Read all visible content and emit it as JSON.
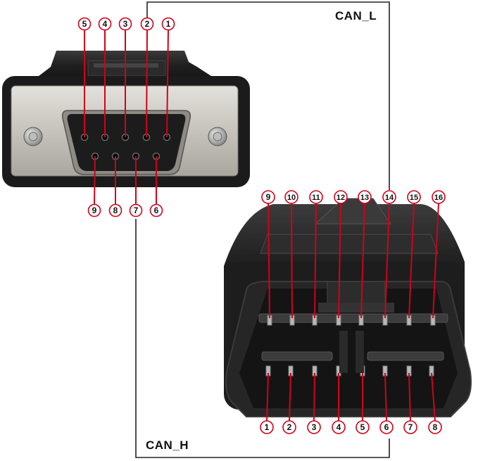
{
  "labels": {
    "can_l": "CAN_L",
    "can_h": "CAN_H"
  },
  "db9": {
    "top_row_pins": [
      "5",
      "4",
      "3",
      "2",
      "1"
    ],
    "bottom_row_pins": [
      "9",
      "8",
      "7",
      "6"
    ]
  },
  "obd2": {
    "top_row_pins": [
      "9",
      "10",
      "11",
      "12",
      "13",
      "14",
      "15",
      "16"
    ],
    "bottom_row_pins": [
      "1",
      "2",
      "3",
      "4",
      "5",
      "6",
      "7",
      "8"
    ]
  },
  "colors": {
    "pin_marker": "#d0021b",
    "wire": "#222222",
    "connector_body": "#1e1e1e",
    "metal_plate": "#c9c6c0"
  }
}
